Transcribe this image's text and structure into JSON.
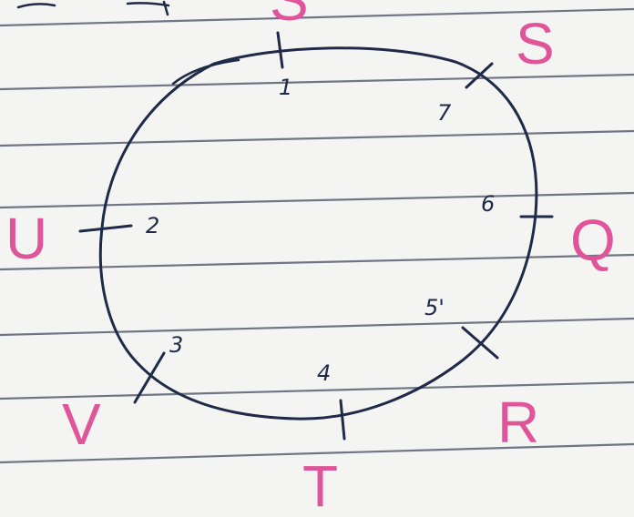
{
  "diagram": {
    "inner_labels": [
      "1",
      "2",
      "3",
      "4",
      "5'",
      "6",
      "7"
    ],
    "outer_labels": [
      "S",
      "S",
      "U",
      "Q",
      "V",
      "R",
      "T"
    ],
    "colors": {
      "paper": "#f4f4f2",
      "ruling": "#5a5f73",
      "ink": "#1f2a48",
      "pink": "#e0559a"
    }
  }
}
